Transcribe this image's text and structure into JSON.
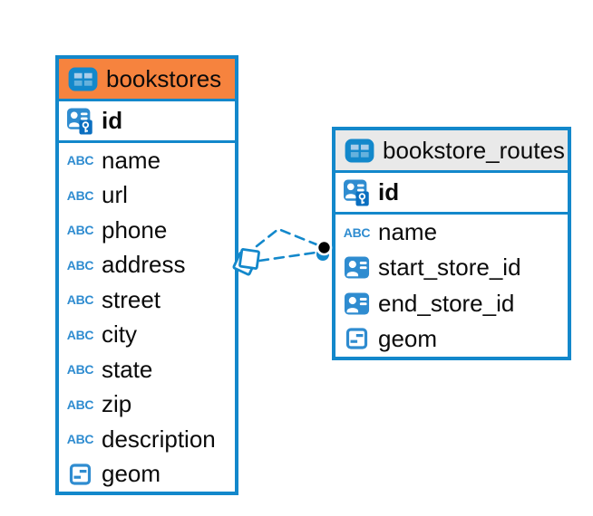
{
  "palette": {
    "accent_blue": "#1388CB",
    "header_orange": "#F6833E",
    "header_gray": "#E9E9E9",
    "icon_blue": "#2F8CD0",
    "icon_dark_blue": "#0B6FC0",
    "marker_black": "#000000",
    "text": "#0B0B0B"
  },
  "icons": {
    "abc_glyph": "ABC"
  },
  "tables": [
    {
      "title": "bookstores",
      "header_style": "orange",
      "keys": [
        {
          "name": "id",
          "icon": "person-key-icon"
        }
      ],
      "fields": [
        {
          "name": "name",
          "icon": "abc-icon"
        },
        {
          "name": "url",
          "icon": "abc-icon"
        },
        {
          "name": "phone",
          "icon": "abc-icon"
        },
        {
          "name": "address",
          "icon": "abc-icon"
        },
        {
          "name": "street",
          "icon": "abc-icon"
        },
        {
          "name": "city",
          "icon": "abc-icon"
        },
        {
          "name": "state",
          "icon": "abc-icon"
        },
        {
          "name": "zip",
          "icon": "abc-icon"
        },
        {
          "name": "description",
          "icon": "abc-icon"
        },
        {
          "name": "geom",
          "icon": "geometry-icon"
        }
      ]
    },
    {
      "title": "bookstore_routes",
      "header_style": "gray",
      "keys": [
        {
          "name": "id",
          "icon": "person-key-icon"
        }
      ],
      "fields": [
        {
          "name": "name",
          "icon": "abc-icon"
        },
        {
          "name": "start_store_id",
          "icon": "person-icon"
        },
        {
          "name": "end_store_id",
          "icon": "person-icon"
        },
        {
          "name": "geom",
          "icon": "geometry-icon"
        }
      ]
    }
  ],
  "relationships": [
    {
      "from": "bookstores",
      "to": "bookstore_routes",
      "via": "start_store_id",
      "style": "dashed"
    },
    {
      "from": "bookstores",
      "to": "bookstore_routes",
      "via": "end_store_id",
      "style": "dashed"
    }
  ]
}
